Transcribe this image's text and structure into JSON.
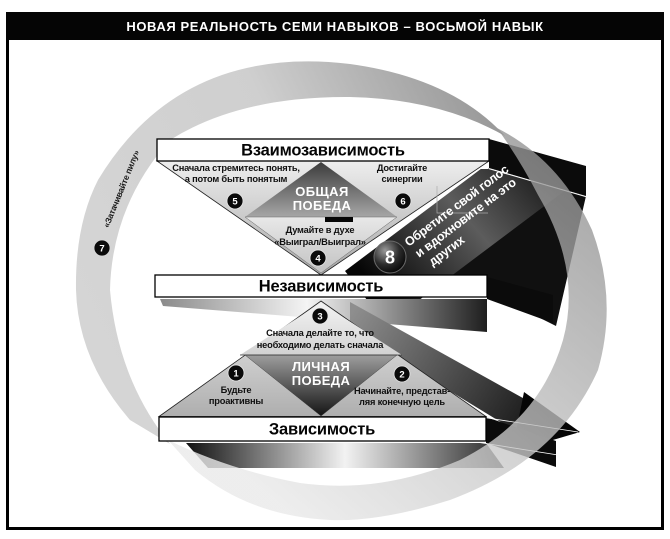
{
  "title": "НОВАЯ РЕАЛЬНОСТЬ СЕМИ НАВЫКОВ – ВОСЬМОЙ НАВЫК",
  "levels": [
    {
      "label": "Взаимозависимость"
    },
    {
      "label": "Независимость"
    },
    {
      "label": "Зависимость"
    }
  ],
  "victories": {
    "public": {
      "line1": "ОБЩАЯ",
      "line2": "ПОБЕДА"
    },
    "private": {
      "line1": "ЛИЧНАЯ",
      "line2": "ПОБЕДА"
    }
  },
  "habits": {
    "h1": {
      "num": "1",
      "line1": "Будьте",
      "line2": "проактивны"
    },
    "h2": {
      "num": "2",
      "line1": "Начинайте, представ-",
      "line2": "ляя конечную цель"
    },
    "h3": {
      "num": "3",
      "line1": "Сначала делайте то, что",
      "line2": "необходимо делать сначала"
    },
    "h4": {
      "num": "4",
      "line1": "Думайте в духе",
      "line2": "«Выиграл/Выиграл»"
    },
    "h5": {
      "num": "5",
      "line1": "Сначала стремитесь понять,",
      "line2": "а потом быть понятым"
    },
    "h6": {
      "num": "6",
      "line1": "Достигайте",
      "line2": "синергии"
    },
    "h7": {
      "num": "7",
      "label": "«Затачивайте пилу»"
    },
    "h8": {
      "num": "8",
      "line1": "Обретите свой голос",
      "line2": "и вдохновите на это",
      "line3": "других"
    }
  },
  "colors": {
    "frame_black": "#050505",
    "bar_white": "#ffffff",
    "ring_gray": "#c6c6c6",
    "dark_shape": "#0b0b0b"
  }
}
